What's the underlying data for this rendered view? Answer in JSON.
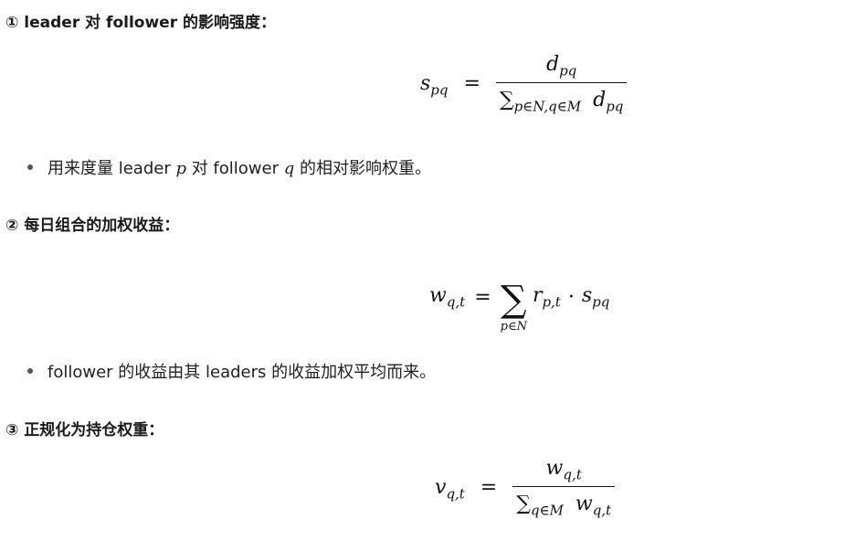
{
  "sections": [
    {
      "heading": "① leader 对 follower 的影响强度：",
      "bullet_before": "用来度量 leader ",
      "bullet_var1": "p",
      "bullet_mid": " 对 follower ",
      "bullet_var2": "q",
      "bullet_after": " 的相对影响权重。"
    },
    {
      "heading": "② 每日组合的加权收益：",
      "bullet": "follower 的收益由其 leaders 的收益加权平均而来。"
    },
    {
      "heading": "③ 正规化为持仓权重："
    }
  ],
  "formulas": {
    "f1": {
      "lhs": "s",
      "lhs_sub": "pq",
      "num": "d",
      "num_sub": "pq",
      "den_sum": "∑",
      "den_sum_sub": "p∈N,q∈M",
      "den_var": "d",
      "den_var_sub": "pq"
    },
    "f2": {
      "lhs": "w",
      "lhs_sub": "q,t",
      "sum": "∑",
      "sum_under": "p∈N",
      "r": "r",
      "r_sub": "p,t",
      "dot": "·",
      "s": "s",
      "s_sub": "pq"
    },
    "f3": {
      "lhs": "v",
      "lhs_sub": "q,t",
      "num": "w",
      "num_sub": "q,t",
      "den_sum": "∑",
      "den_sum_sub": "q∈M",
      "den_var": "w",
      "den_var_sub": "q,t"
    }
  },
  "equals": "="
}
